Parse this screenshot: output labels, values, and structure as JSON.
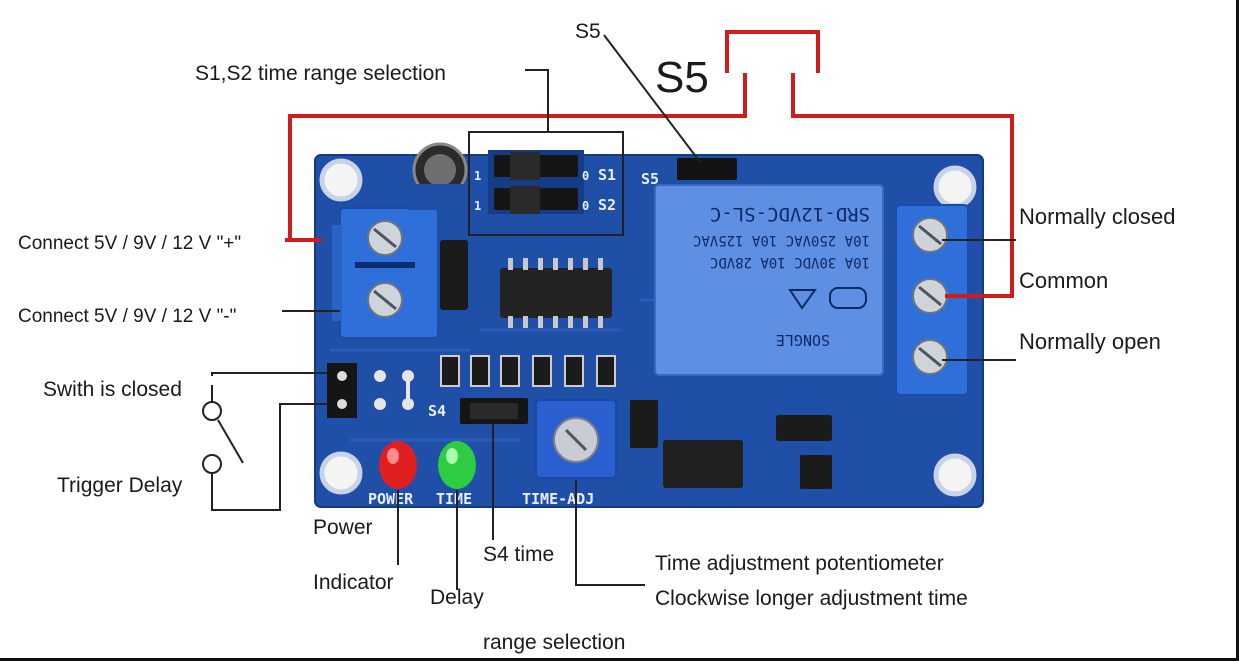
{
  "callouts": {
    "s1_s2_range": "S1,S2 time range selection",
    "s5_small": "S5",
    "s5_big": "S5",
    "connect_plus": "Connect  5V / 9V / 12 V  \"+\"",
    "connect_minus": "Connect  5V / 9V / 12 V  \"-\"",
    "switch_closed": "Swith is closed",
    "trigger_delay": "Trigger Delay",
    "normally_closed": "Normally closed",
    "common": "Common",
    "normally_open": "Normally open",
    "power": "Power",
    "indicator": "Indicator",
    "delay": "Delay",
    "s4_time": "S4 time",
    "range_selection": "range selection",
    "time_adj_pot": "Time adjustment potentiometer",
    "clockwise": "Clockwise longer adjustment time"
  },
  "board": {
    "jumper_s1": "S1",
    "jumper_s2": "S2",
    "jumper_s4": "S4",
    "header_s5": "S5",
    "silk_power": "POWER",
    "silk_time": "TIME",
    "silk_time_adj": "TIME-ADJ",
    "relay": {
      "model": "SRD-12VDC-SL-C",
      "rating1": "10A 250VAC  10A 125VAC",
      "rating2": "10A 30VDC  10A 28VDC",
      "brand": "SONGLE"
    }
  },
  "colors": {
    "pcb": "#1f4fa6",
    "pcb_dark": "#163c85",
    "terminal_block": "#2f6fd9",
    "relay_body": "#5f8fe3",
    "callout_line": "#222222",
    "power_wire": "#d01c1c",
    "led_power": "#e02020",
    "led_time": "#2ecc40"
  }
}
